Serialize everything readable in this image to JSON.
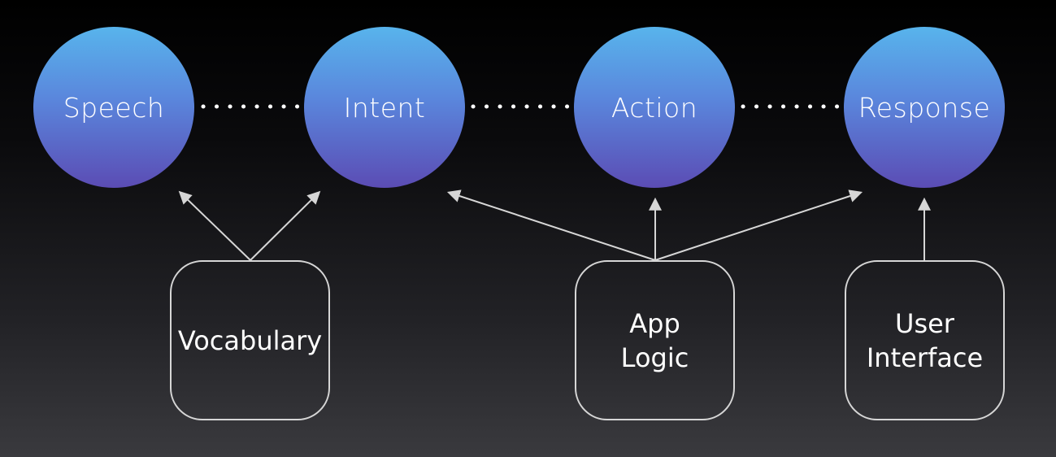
{
  "nodes": {
    "speech": "Speech",
    "intent": "Intent",
    "action": "Action",
    "response": "Response"
  },
  "sources": {
    "vocabulary": "Vocabulary",
    "app_logic": "App\nLogic",
    "user_interface": "User\nInterface"
  },
  "colors": {
    "circle_top": "#58b4ec",
    "circle_bottom": "#5b4cb4",
    "line": "#d6d6d6",
    "text": "#ffffff"
  }
}
